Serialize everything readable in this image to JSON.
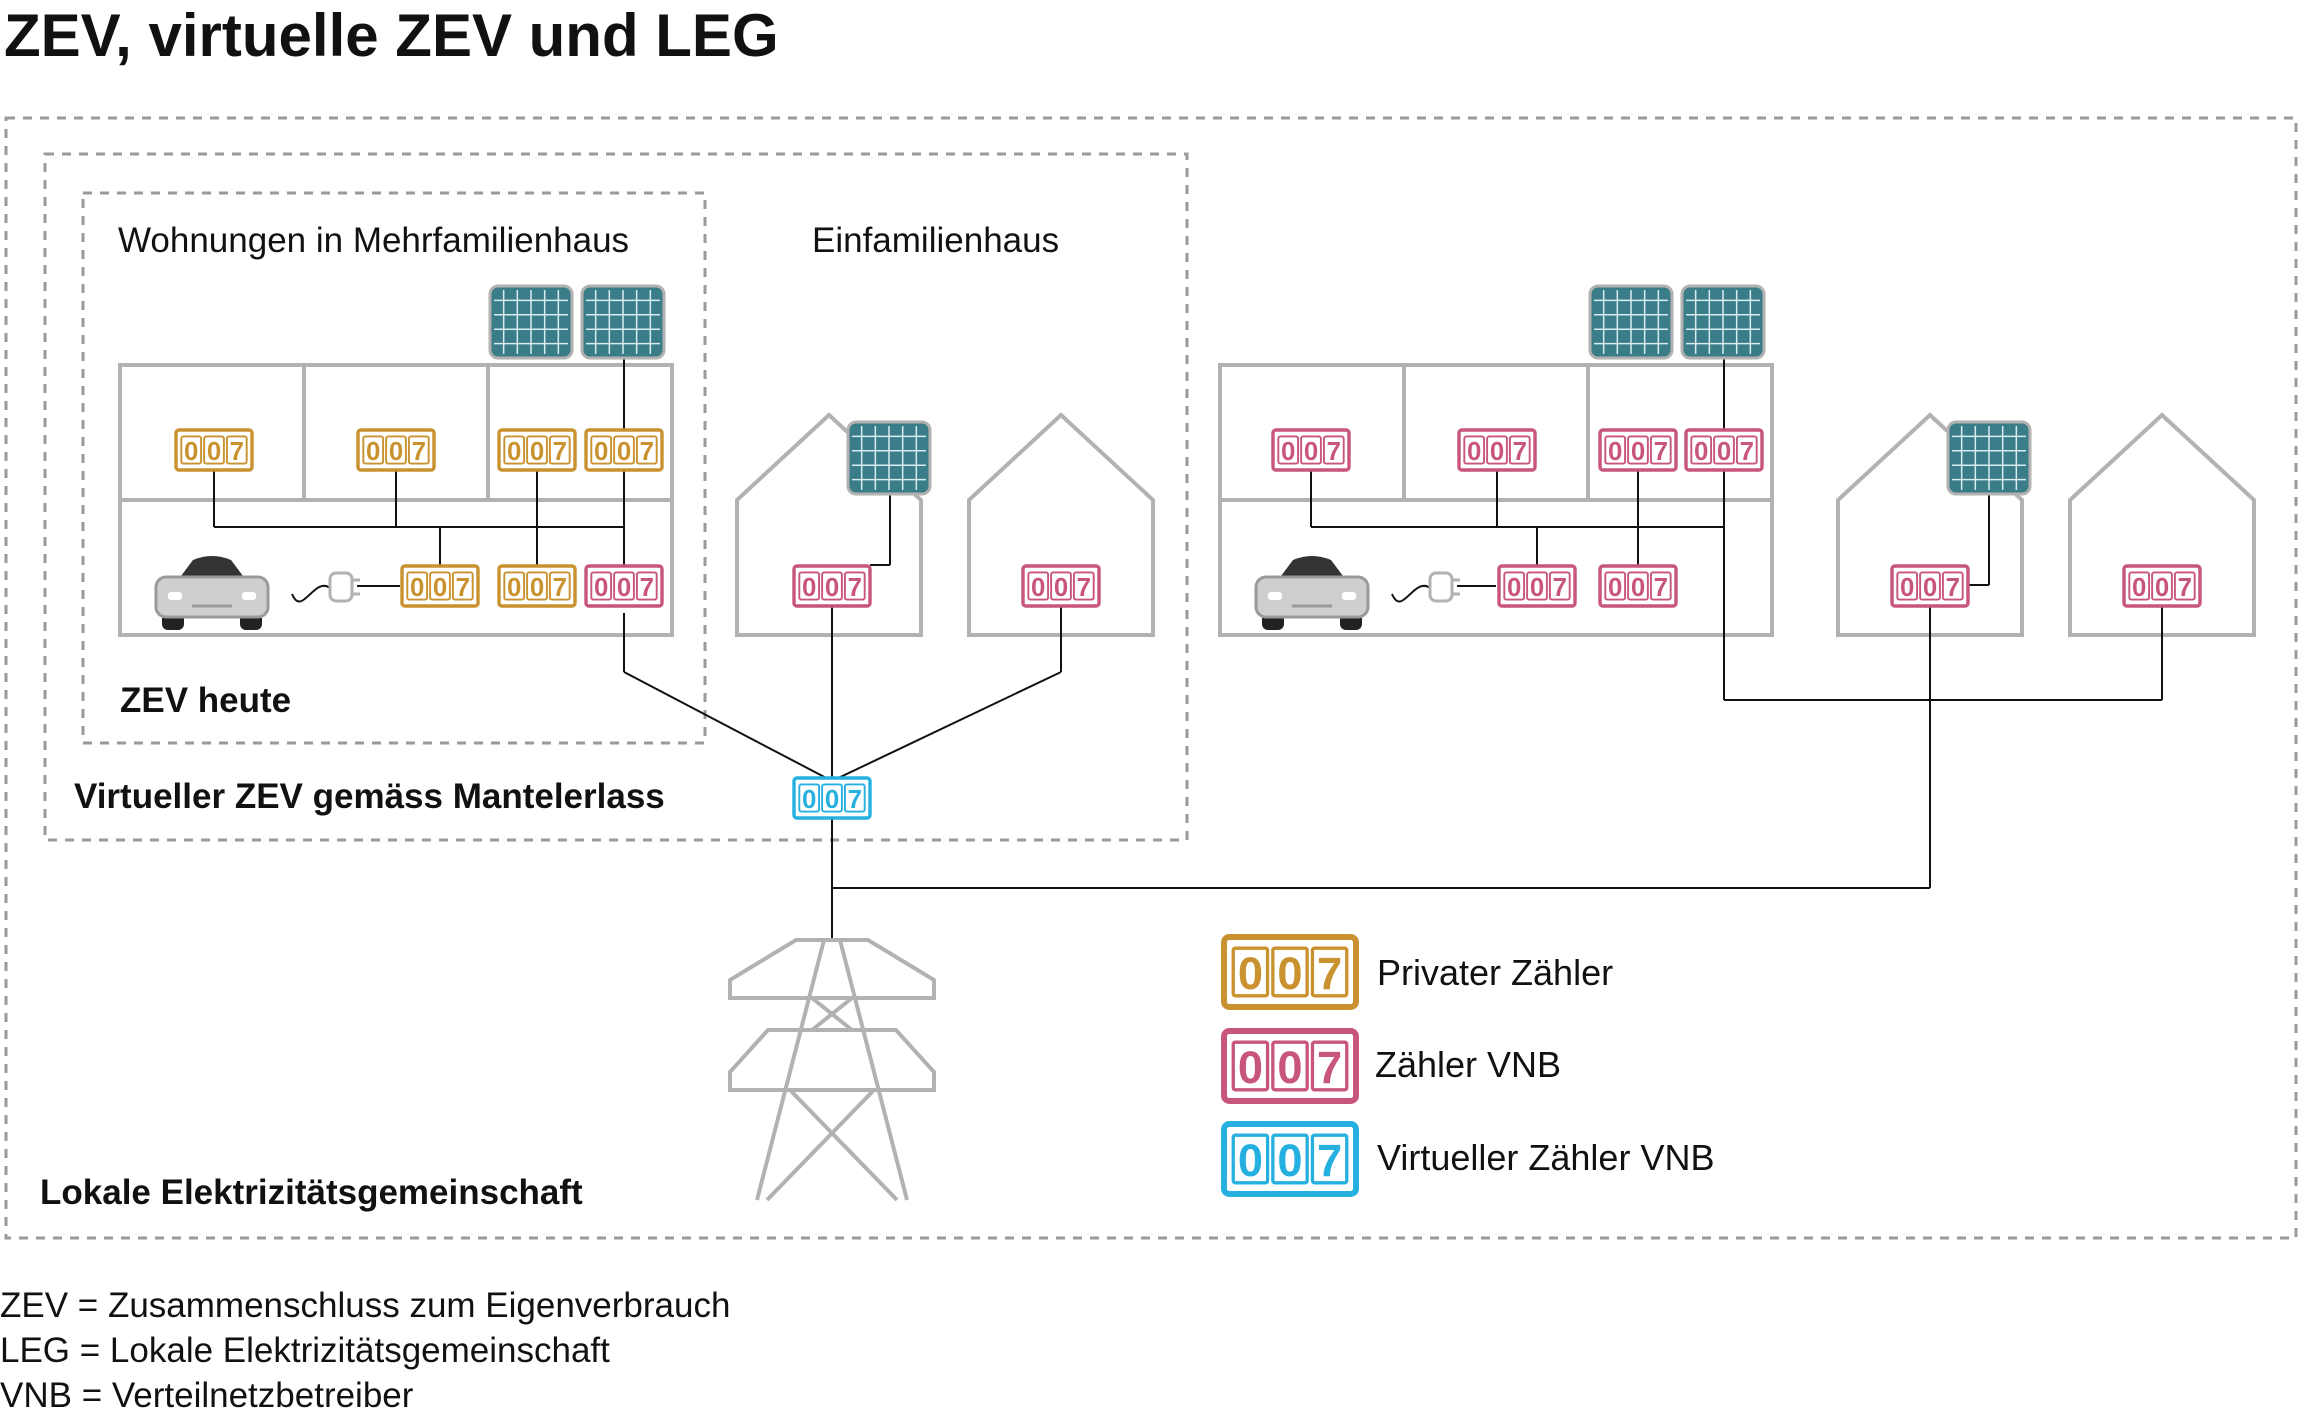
{
  "title": "ZEV, virtuelle ZEV und LEG",
  "labels": {
    "wohnungen": "Wohnungen in Mehrfamilienhaus",
    "einfamilienhaus": "Einfamilienhaus",
    "zev_heute": "ZEV heute",
    "virtueller_zev": "Virtueller ZEV gemäss Mantelerlass",
    "leg": "Lokale Elektrizitätsgemeinschaft"
  },
  "meter_digits": [
    "0",
    "0",
    "7"
  ],
  "legend": [
    {
      "label": "Privater Zähler",
      "color": "#c9922f"
    },
    {
      "label": "Zähler VNB",
      "color": "#c8557a"
    },
    {
      "label": "Virtueller Zähler VNB",
      "color": "#26b0e0"
    }
  ],
  "footnotes": [
    "ZEV = Zusammenschluss zum Eigenverbrauch",
    "LEG = Lokale Elektrizitätsgemeinschaft",
    "VNB = Verteilnetzbetreiber"
  ],
  "colors": {
    "private_meter": "#c9922f",
    "vnb_meter": "#c8557a",
    "virtual_meter": "#26b0e0",
    "solar_panel": "#3a7c87",
    "building_outline": "#b2b2b2",
    "dashed_border": "#9a9a9a",
    "wire": "#111111"
  }
}
